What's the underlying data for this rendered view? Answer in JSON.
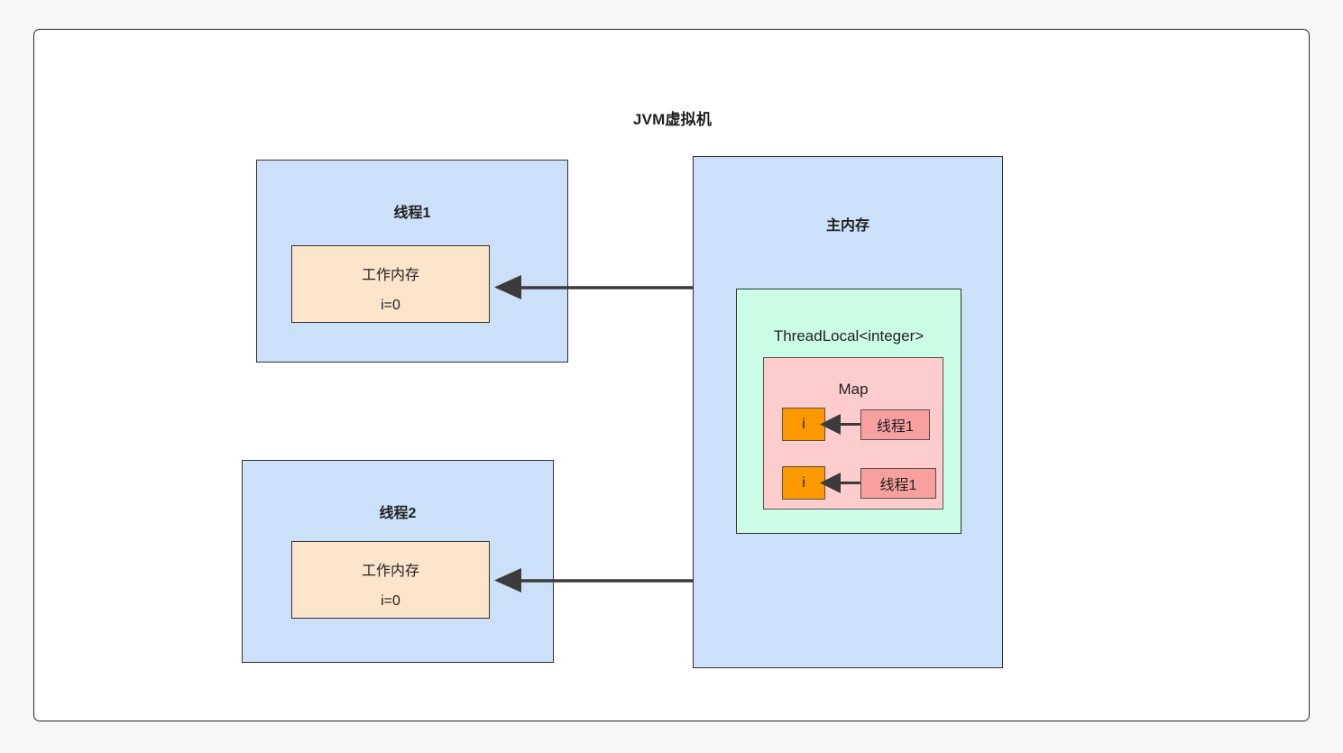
{
  "diagram": {
    "title": "JVM虚拟机",
    "background_color": "#f7f7f7",
    "frame_color": "#ffffff",
    "colors": {
      "thread": "#cce0fa",
      "main_memory": "#cce0fa",
      "working_memory": "#fde5cc",
      "threadlocal": "#ccfde5",
      "map": "#fdcccc",
      "entry_key": "#ff9900",
      "entry_value": "#f8a0a0",
      "stroke": "#34312f",
      "arrow": "#3b3b3b"
    }
  },
  "threads": [
    {
      "name": "线程1",
      "working_memory": {
        "title": "工作内存",
        "value": "i=0"
      }
    },
    {
      "name": "线程2",
      "working_memory": {
        "title": "工作内存",
        "value": "i=0"
      }
    }
  ],
  "main_memory": {
    "name": "主内存",
    "threadlocal": {
      "name": "ThreadLocal<integer>",
      "map": {
        "name": "Map",
        "entries": [
          {
            "key": "i",
            "value": "线程1"
          },
          {
            "key": "i",
            "value": "线程1"
          }
        ]
      }
    }
  }
}
